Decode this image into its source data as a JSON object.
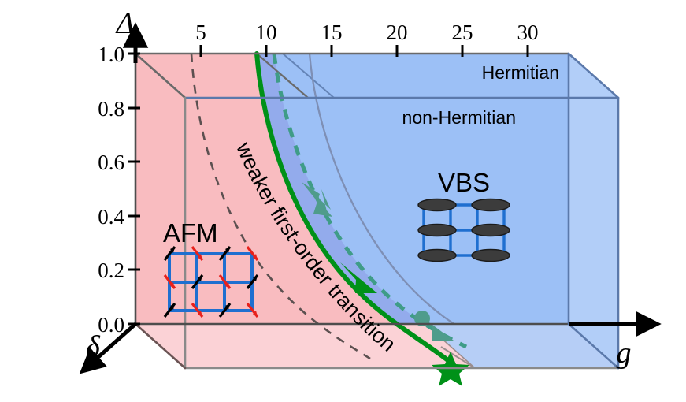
{
  "figure": {
    "type": "phase-diagram-3d",
    "axes": {
      "vertical": {
        "name": "Δ",
        "ticks": [
          "0.0",
          "0.2",
          "0.4",
          "0.6",
          "0.8",
          "1.0"
        ],
        "min": 0.0,
        "max": 1.0
      },
      "horizontal": {
        "name": "g",
        "ticks": [
          "5",
          "10",
          "15",
          "20",
          "25",
          "30"
        ],
        "min": 0,
        "max": 33
      },
      "depth": {
        "name": "δ"
      }
    },
    "regions": {
      "afm": {
        "label": "AFM",
        "color": "#f9bcc0"
      },
      "vbs": {
        "label": "VBS",
        "color": "#9cc0f6"
      },
      "top_face": {
        "label": "Hermitian"
      },
      "front_face": {
        "label": "non-Hermitian"
      }
    },
    "annotations": {
      "transition": "weaker first-order transition"
    },
    "colors": {
      "afm_front": "#f9bcc0",
      "afm_top": "#fbd2d6",
      "afm_bottom": "#fbd2d6",
      "vbs_front": "#9cc0f6",
      "vbs_top": "#b2cef8",
      "vbs_side": "#b2cef8",
      "green_solid": "#009118",
      "green_dashed": "#3f9c87",
      "gray_dashed": "#5c5050",
      "lattice_blue": "#1f6fd0",
      "arrow_up": "#000000",
      "arrow_down": "#e8211c",
      "dimer": "#3c3c3c",
      "star": "#009118",
      "marker_circle": "#4f9c8b"
    }
  },
  "chart_data": {
    "type": "line",
    "title": "",
    "xlabel": "g",
    "ylabel": "Δ",
    "xlim": [
      0,
      33
    ],
    "ylim": [
      0.0,
      1.0
    ],
    "xticks": [
      5,
      10,
      15,
      20,
      25,
      30
    ],
    "yticks": [
      0.0,
      0.2,
      0.4,
      0.6,
      0.8,
      1.0
    ],
    "grid": false,
    "legend": null,
    "series": [
      {
        "name": "weaker first-order transition (non-Hermitian, solid green)",
        "style": "solid",
        "color": "#009118",
        "points": [
          [
            8.6,
            1.0
          ],
          [
            9.0,
            0.8
          ],
          [
            9.8,
            0.6
          ],
          [
            11.2,
            0.42
          ],
          [
            13.5,
            0.26
          ],
          [
            17.0,
            0.13
          ],
          [
            21.0,
            0.05
          ],
          [
            24.5,
            0.0
          ]
        ]
      },
      {
        "name": "Hermitian transition (dashed teal)",
        "style": "dashed",
        "color": "#3f9c87",
        "points": [
          [
            8.9,
            1.0
          ],
          [
            9.6,
            0.8
          ],
          [
            10.8,
            0.6
          ],
          [
            12.6,
            0.42
          ],
          [
            15.2,
            0.26
          ],
          [
            18.8,
            0.13
          ],
          [
            22.5,
            0.04
          ],
          [
            24.0,
            0.0
          ]
        ]
      },
      {
        "name": "back-plane boundary (gray dashed, delta offset)",
        "style": "dashed",
        "color": "#5c5050",
        "points": [
          [
            5.6,
            1.0
          ],
          [
            6.0,
            0.8
          ],
          [
            6.8,
            0.6
          ],
          [
            8.1,
            0.42
          ],
          [
            10.3,
            0.26
          ],
          [
            13.6,
            0.13
          ],
          [
            17.4,
            0.05
          ],
          [
            20.5,
            0.0
          ]
        ]
      },
      {
        "name": "upper back boundary (thin gray)",
        "style": "solid-thin",
        "color": "#7e8fb5",
        "points": [
          [
            11.8,
            1.0
          ],
          [
            12.6,
            0.8
          ],
          [
            14.0,
            0.6
          ],
          [
            16.2,
            0.42
          ],
          [
            19.2,
            0.26
          ],
          [
            23.0,
            0.13
          ],
          [
            26.8,
            0.04
          ],
          [
            28.6,
            0.0
          ]
        ]
      }
    ],
    "markers": [
      {
        "name": "critical-endpoint-circle",
        "shape": "circle",
        "color": "#4f9c8b",
        "x": 22.4,
        "y": 0.035
      },
      {
        "name": "critical-point-star",
        "shape": "star",
        "color": "#009118",
        "x": 24.6,
        "y": -0.045
      }
    ],
    "arrows": [
      {
        "name": "flow-arrow-upper",
        "color": "#3f9c87",
        "from": [
          12.0,
          0.47
        ],
        "to": [
          13.4,
          0.38
        ]
      },
      {
        "name": "flow-arrow-mid",
        "color": "#009118",
        "from": [
          15.2,
          0.22
        ],
        "to": [
          17.2,
          0.145
        ]
      },
      {
        "name": "flow-arrow-lower",
        "color": "#4f9c8b",
        "from": [
          23.0,
          0.02
        ],
        "to": [
          25.2,
          -0.03
        ]
      }
    ],
    "annotations": [
      {
        "text": "AFM",
        "x": 3.0,
        "y": 0.37
      },
      {
        "text": "VBS",
        "x": 23.5,
        "y": 0.5
      },
      {
        "text": "Hermitian",
        "x": 27.0,
        "y": 1.06
      },
      {
        "text": "non-Hermitian",
        "x": 20.0,
        "y": 0.9
      },
      {
        "text": "weaker first-order transition",
        "x": 11.0,
        "y": 0.45,
        "rotated": true
      }
    ]
  }
}
